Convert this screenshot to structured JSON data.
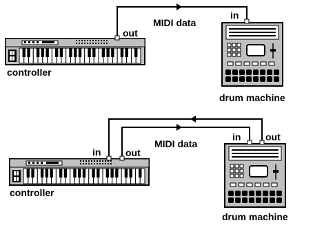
{
  "top_setup": {
    "controller_label": "controller",
    "drum_machine_label": "drum machine",
    "port_out_label": "out",
    "port_in_label": "in",
    "cable_label": "MIDI data"
  },
  "bottom_setup": {
    "controller_label": "controller",
    "drum_machine_label": "drum machine",
    "controller_in_label": "in",
    "controller_out_label": "out",
    "drum_in_label": "in",
    "drum_out_label": "out",
    "cable_label": "MIDI data"
  },
  "colors": {
    "ink": "#000000",
    "device_fill": "#c0c0c0",
    "dark": "#202020",
    "paper": "#ffffff"
  },
  "icons": [
    "keyboard-icon",
    "drum-machine-icon",
    "arrow-icon"
  ]
}
